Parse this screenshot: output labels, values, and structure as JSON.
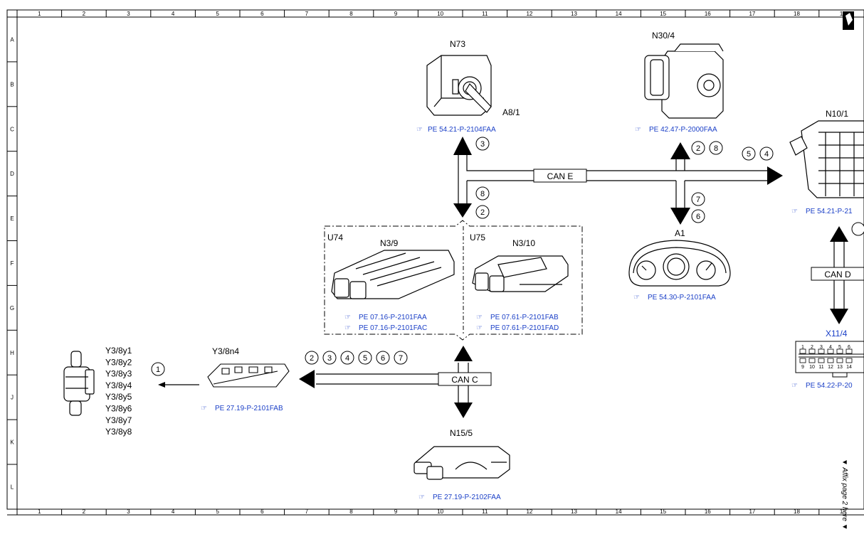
{
  "grid": {
    "columns": [
      "1",
      "2",
      "3",
      "4",
      "5",
      "6",
      "7",
      "8",
      "9",
      "10",
      "11",
      "12",
      "13",
      "14",
      "15",
      "16",
      "17",
      "18",
      "1"
    ],
    "rows": [
      "A",
      "B",
      "C",
      "D",
      "E",
      "F",
      "G",
      "H",
      "J",
      "K",
      "L"
    ]
  },
  "components": {
    "n73": {
      "label": "N73",
      "sublabel": "A8/1",
      "ref": "PE 54.21-P-2104FAA"
    },
    "n30_4": {
      "label": "N30/4",
      "ref": "PE 42.47-P-2000FAA"
    },
    "n10_1": {
      "label": "N10/1",
      "ref": "PE 54.21-P-21"
    },
    "a1": {
      "label": "A1",
      "ref": "PE 54.30-P-2101FAA"
    },
    "u74": {
      "label": "U74",
      "sublabel": "N3/9",
      "refs": [
        "PE 07.16-P-2101FAA",
        "PE 07.16-P-2101FAC"
      ]
    },
    "u75": {
      "label": "U75",
      "sublabel": "N3/10",
      "refs": [
        "PE 07.61-P-2101FAB",
        "PE 07.61-P-2101FAD"
      ]
    },
    "y3_8n4": {
      "label": "Y3/8n4",
      "ref": "PE 27.19-P-2101FAB"
    },
    "y3_8y": {
      "labels": [
        "Y3/8y1",
        "Y3/8y2",
        "Y3/8y3",
        "Y3/8y4",
        "Y3/8y5",
        "Y3/8y6",
        "Y3/8y7",
        "Y3/8y8"
      ]
    },
    "n15_5": {
      "label": "N15/5",
      "ref": "PE 27.19-P-2102FAA"
    },
    "x11_4": {
      "label": "X11/4",
      "ref": "PE 54.22-P-20",
      "pins_top": [
        "1",
        "2",
        "3",
        "4",
        "5",
        "6"
      ],
      "pins_bottom": [
        "9",
        "10",
        "11",
        "12",
        "13",
        "14"
      ]
    }
  },
  "buses": {
    "can_e": "CAN E",
    "can_c": "CAN C",
    "can_d": "CAN D"
  },
  "circles": {
    "n73": [
      "3"
    ],
    "u74_top": [
      "8",
      "2"
    ],
    "n30_4": [
      "2",
      "8"
    ],
    "n10_1": [
      "5",
      "4"
    ],
    "a1": [
      "7",
      "6"
    ],
    "can_c": [
      "2",
      "3",
      "4",
      "5",
      "6",
      "7"
    ],
    "y3": [
      "1"
    ]
  },
  "note": "▼ Affix page 2 here ▼",
  "colors": {
    "ref_link": "#1a3fc7",
    "line": "#000000"
  }
}
